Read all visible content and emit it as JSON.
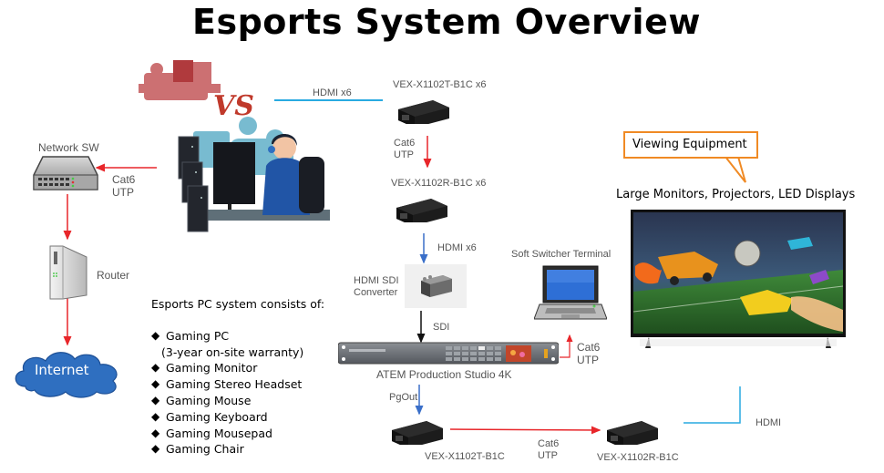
{
  "title": "Esports System Overview",
  "nodes": {
    "network_switch": {
      "label": "Network SW",
      "icon": "network-switch-icon"
    },
    "router": {
      "label": "Router",
      "icon": "router-icon"
    },
    "internet": {
      "label": "Internet",
      "icon": "cloud-icon"
    },
    "players": {
      "icon": "esports-players-illustration",
      "vs_text": "VS"
    },
    "tx_group": {
      "label": "VEX-X1102T-B1C x6"
    },
    "rx_group": {
      "label": "VEX-X1102R-B1C x6"
    },
    "converter": {
      "label_line1": "HDMI SDI",
      "label_line2": "Converter"
    },
    "switcher": {
      "label": "ATEM Production Studio 4K"
    },
    "laptop": {
      "label": "Soft Switcher Terminal"
    },
    "tx_single": {
      "label": "VEX-X1102T-B1C"
    },
    "rx_single": {
      "label": "VEX-X1102R-B1C"
    },
    "display": {
      "icon": "large-display-icon"
    }
  },
  "connections": {
    "hdmi_x6_top": "HDMI x6",
    "cat6_sw_line1": "Cat6",
    "cat6_sw_line2": "UTP",
    "cat6_txrx_line1": "Cat6",
    "cat6_txrx_line2": "UTP",
    "hdmi_x6_mid": "HDMI x6",
    "sdi": "SDI",
    "cat6_laptop_line1": "Cat6",
    "cat6_laptop_line2": "UTP",
    "pgout": "PgOut",
    "cat6_bottom_line1": "Cat6",
    "cat6_bottom_line2": "UTP",
    "hdmi_bottom": "HDMI"
  },
  "pc_system": {
    "heading": "Esports PC system consists of:",
    "items": [
      {
        "label": "Gaming PC",
        "note": "(3-year on-site warranty)"
      },
      {
        "label": "Gaming Monitor"
      },
      {
        "label": "Gaming Stereo Headset"
      },
      {
        "label": "Gaming Mouse"
      },
      {
        "label": "Gaming Keyboard"
      },
      {
        "label": "Gaming Mousepad"
      },
      {
        "label": "Gaming Chair"
      }
    ]
  },
  "viewing": {
    "callout": "Viewing Equipment",
    "subtitle": "Large Monitors, Projectors, LED Displays"
  },
  "colors": {
    "cat6": "#e8262a",
    "hdmi": "#29aae1",
    "hdmi_arrow": "#3a6fc9",
    "sdi": "#111111",
    "callout_border": "#f08a24",
    "cloud": "#2f6fc0"
  }
}
